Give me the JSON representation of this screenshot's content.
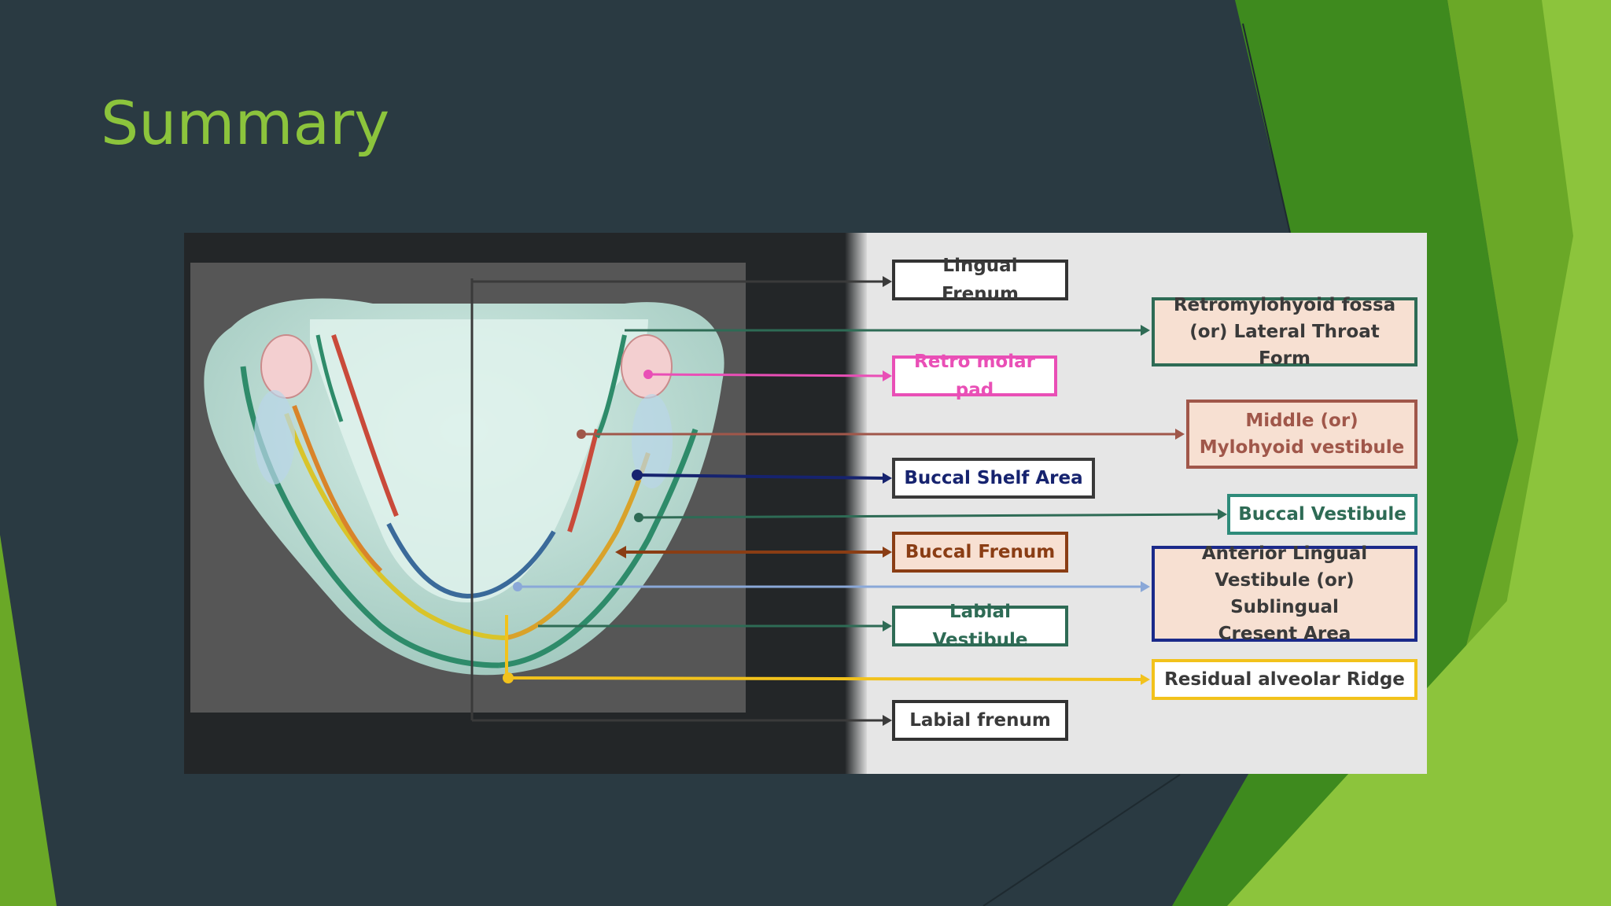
{
  "slide": {
    "title": "Summary"
  },
  "labels": {
    "lingual_frenum": "Lingual Frenum",
    "retromylohyoid_line1": "Retromylohyoid fossa",
    "retromylohyoid_line2": "(or) Lateral Throat Form",
    "retro_molar_pad": "Retro molar pad",
    "middle_line1": "Middle (or)",
    "middle_line2": "Mylohyoid vestibule",
    "buccal_shelf": "Buccal Shelf Area",
    "buccal_vestibule": "Buccal Vestibule",
    "buccal_frenum": "Buccal Frenum",
    "anterior_line1": "Anterior Lingual",
    "anterior_line2": "Vestibule (or) Sublingual",
    "anterior_line3": "Cresent Area",
    "labial_vestibule": "Labial Vestibule",
    "residual_ridge": "Residual alveolar Ridge",
    "labial_frenum": "Labial frenum"
  },
  "colors": {
    "title": "#8cc43c",
    "background": "#2a3a42",
    "green_light": "#8cc43c",
    "green_dark": "#3e8a1e",
    "lingual_frenum": "#3a3a3a",
    "retromylohyoid": "#2e6b55",
    "retro_molar_pad": "#e94fb6",
    "middle": "#a0574a",
    "buccal_shelf": "#16236f",
    "buccal_vestibule": "#2e8b7a",
    "buccal_frenum": "#8a3d14",
    "anterior": "#1b2a8a",
    "labial_vestibule": "#2e6b55",
    "residual_ridge": "#f2c21c",
    "labial_frenum": "#3a3a3a"
  }
}
